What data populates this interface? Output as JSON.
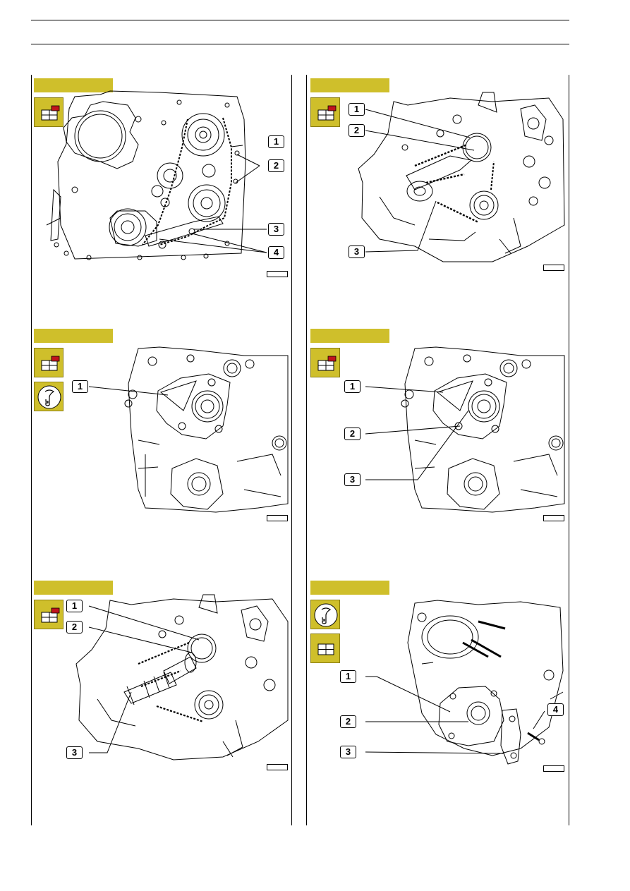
{
  "panels": [
    {
      "id": "fig-top-left",
      "icons": [
        "disassembly-icon"
      ],
      "callouts": [
        "1",
        "2",
        "3",
        "4"
      ]
    },
    {
      "id": "fig-top-right",
      "icons": [
        "disassembly-icon"
      ],
      "callouts": [
        "1",
        "2",
        "3"
      ]
    },
    {
      "id": "fig-mid-left",
      "icons": [
        "disassembly-icon",
        "tool-icon"
      ],
      "callouts": [
        "1"
      ]
    },
    {
      "id": "fig-mid-right",
      "icons": [
        "disassembly-icon"
      ],
      "callouts": [
        "1",
        "2",
        "3"
      ]
    },
    {
      "id": "fig-bottom-left",
      "icons": [
        "disassembly-icon"
      ],
      "callouts": [
        "1",
        "2",
        "3"
      ]
    },
    {
      "id": "fig-bottom-right",
      "icons": [
        "tool-icon",
        "assembly-icon"
      ],
      "callouts": [
        "1",
        "2",
        "3",
        "4"
      ]
    }
  ],
  "colors": {
    "figure_tab": "#cfbf2b",
    "icon_bg": "#cfbf2b",
    "icon_accent": "#c0141c",
    "line": "#000000"
  }
}
